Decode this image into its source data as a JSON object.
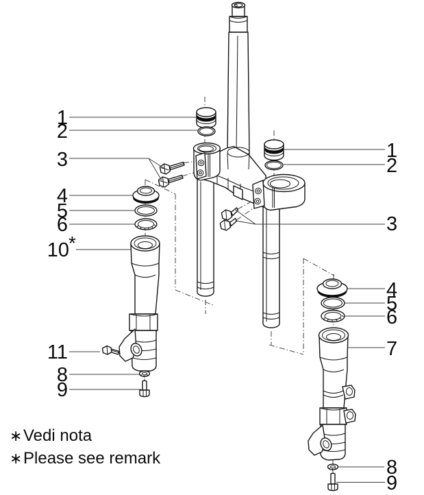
{
  "diagram": {
    "colors": {
      "background": "#ffffff",
      "line": "#141414",
      "leader": "#3c3c3c",
      "label_text": "#0a0a0a"
    },
    "callouts_left": [
      {
        "label": "1"
      },
      {
        "label": "2"
      },
      {
        "label": "3"
      },
      {
        "label": "4"
      },
      {
        "label": "5"
      },
      {
        "label": "6"
      },
      {
        "label": "10",
        "star": "*"
      },
      {
        "label": "11"
      },
      {
        "label": "8"
      },
      {
        "label": "9"
      }
    ],
    "callouts_right": [
      {
        "label": "1"
      },
      {
        "label": "2"
      },
      {
        "label": "3"
      },
      {
        "label": "4"
      },
      {
        "label": "5"
      },
      {
        "label": "6"
      },
      {
        "label": "7"
      },
      {
        "label": "8"
      },
      {
        "label": "9"
      }
    ],
    "notes": [
      {
        "symbol": "∗",
        "text": "Vedi nota"
      },
      {
        "symbol": "∗",
        "text": "Please see remark"
      }
    ]
  }
}
